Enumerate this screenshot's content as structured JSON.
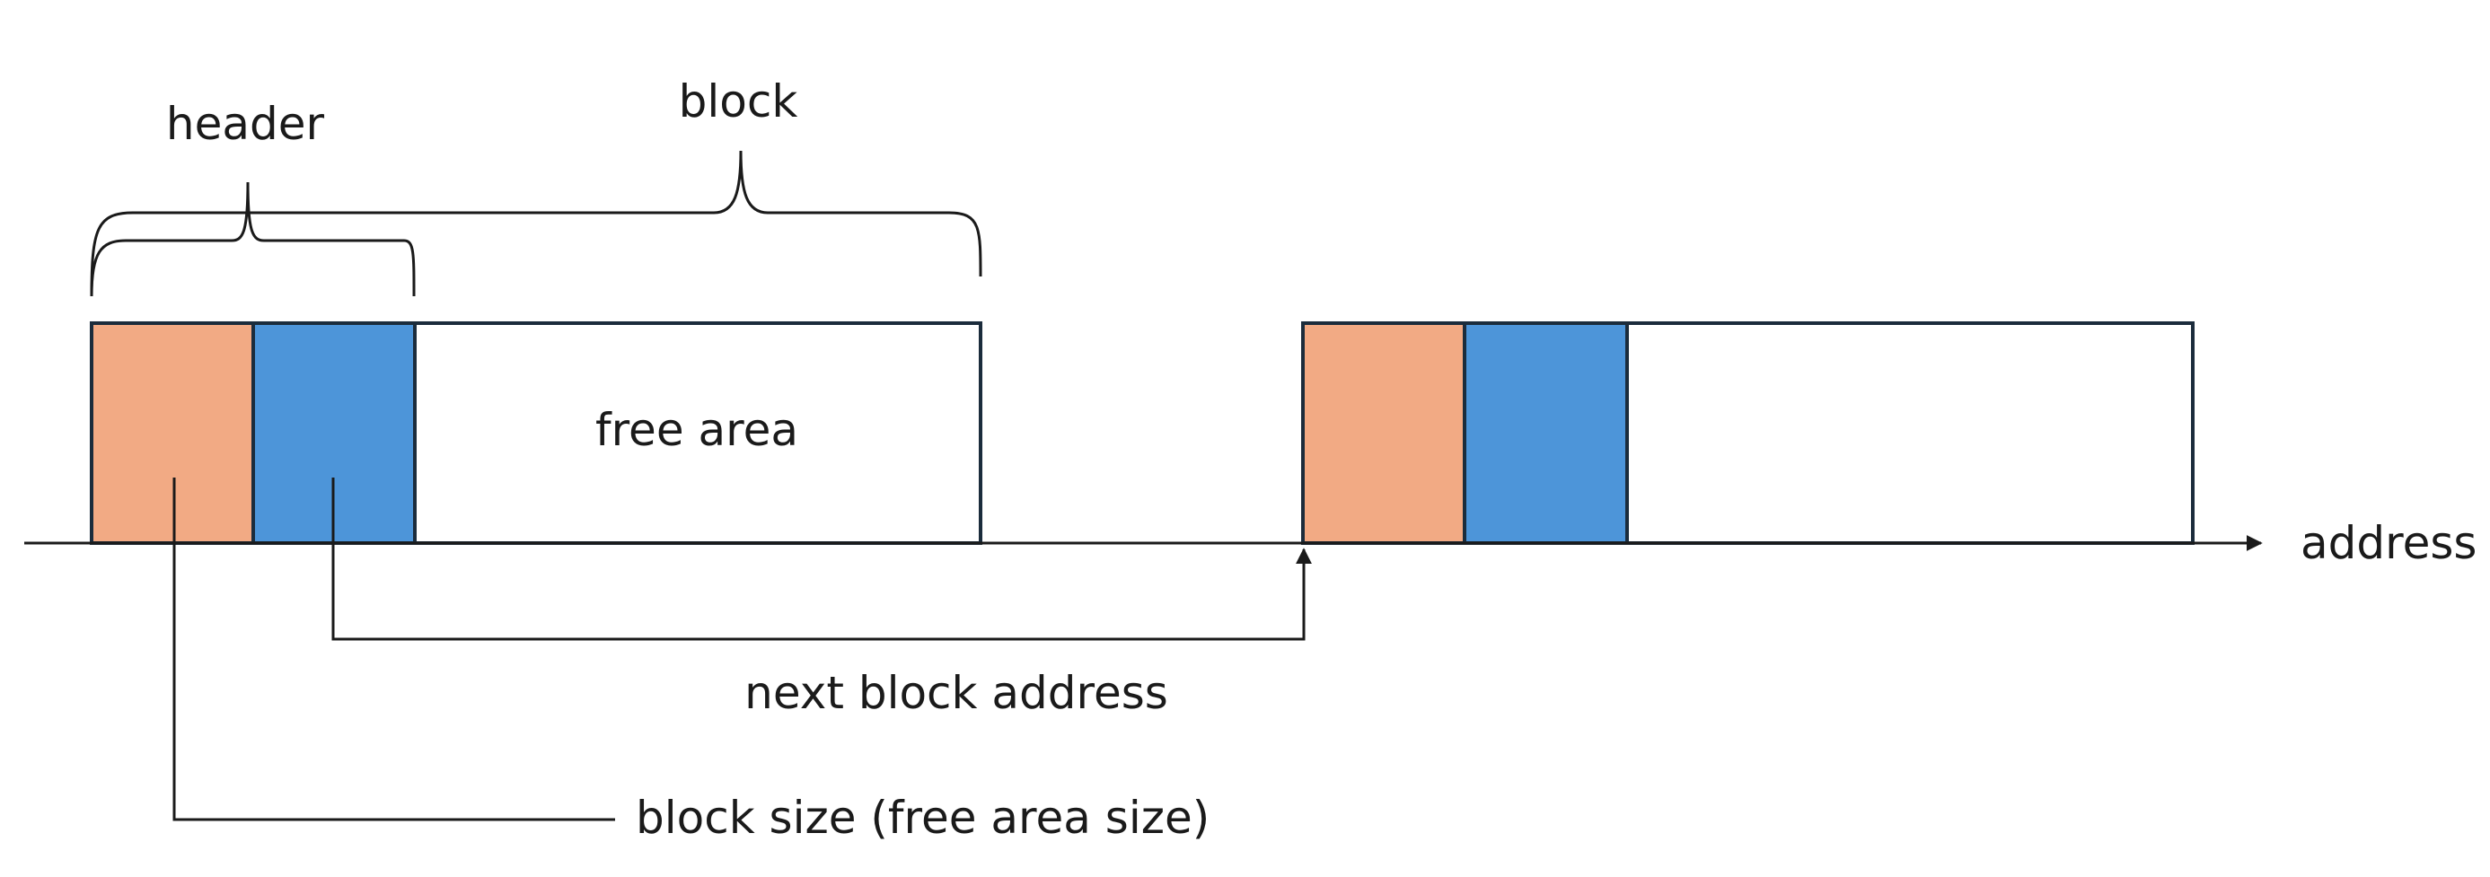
{
  "labels": {
    "header": "header",
    "block": "block",
    "free_area": "free area",
    "address": "address",
    "next_block_address": "next block address",
    "block_size": "block size (free area size)"
  },
  "colors": {
    "size_field": "#f2aa84",
    "next_field": "#4d95d9",
    "free_area": "#ffffff",
    "outline": "#1b2c3c",
    "lines": "#1a1a1a"
  }
}
